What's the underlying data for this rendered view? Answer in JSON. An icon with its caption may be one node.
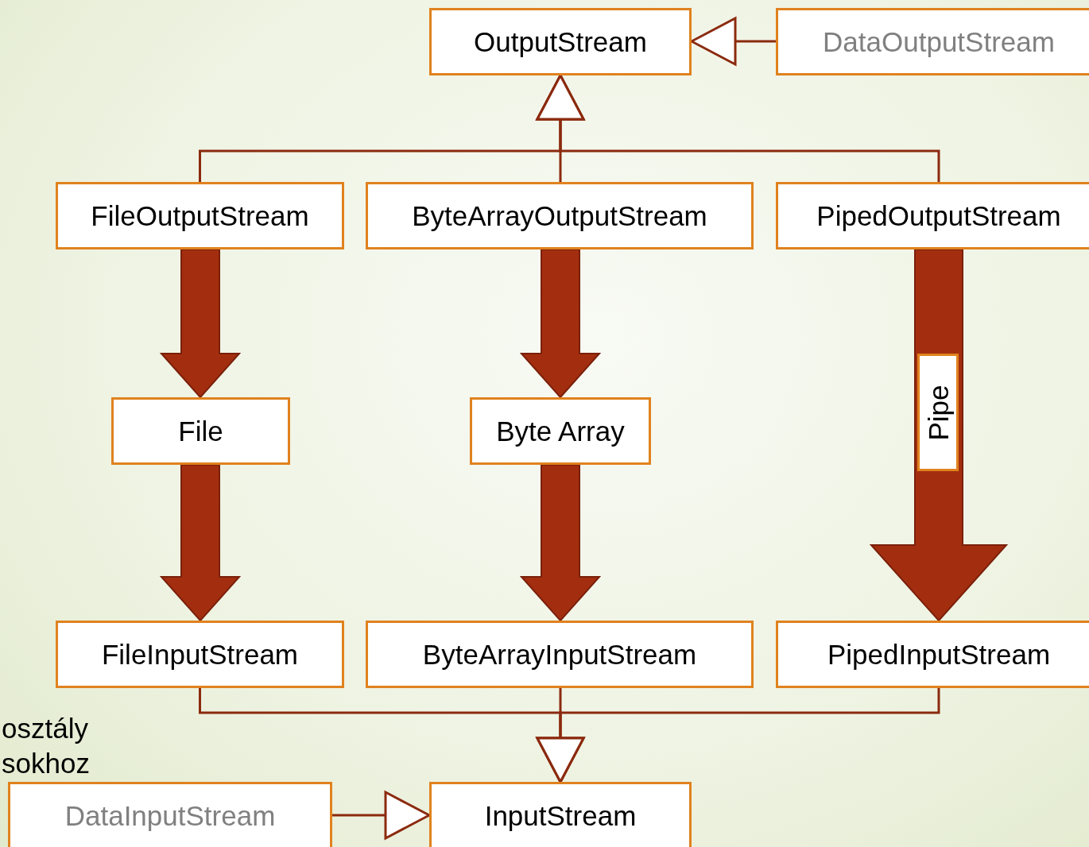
{
  "diagram": {
    "nodes": [
      {
        "text": [
          "OutputStream"
        ]
      },
      {
        "text": [
          "DataOutputStream"
        ]
      },
      {
        "text": [
          "FileOutputStream"
        ]
      },
      {
        "text": [
          "ByteArrayOutputStream"
        ]
      },
      {
        "text": [
          "PipedOutputStream"
        ]
      },
      {
        "text": [
          "File"
        ]
      },
      {
        "text": [
          "Byte Array"
        ]
      },
      {
        "text": [
          "FileInputStream"
        ]
      },
      {
        "text": [
          "ByteArrayInputStream"
        ]
      },
      {
        "text": [
          "PipedInputStream"
        ]
      },
      {
        "text": [
          "DataInputStream"
        ]
      },
      {
        "text": [
          "InputStream"
        ]
      }
    ],
    "edges": [
      {
        "from": 1,
        "to": 0,
        "arrow": "to"
      },
      {
        "from": 2,
        "to": 0,
        "arrow": "to"
      },
      {
        "from": 3,
        "to": 0,
        "arrow": "to"
      },
      {
        "from": 4,
        "to": 0,
        "arrow": "to"
      },
      {
        "from": 2,
        "to": 5,
        "arrow": "to",
        "style": "thick"
      },
      {
        "from": 5,
        "to": 7,
        "arrow": "to",
        "style": "thick"
      },
      {
        "from": 3,
        "to": 6,
        "arrow": "to",
        "style": "thick"
      },
      {
        "from": 6,
        "to": 8,
        "arrow": "to",
        "style": "thick"
      },
      {
        "from": 4,
        "to": 9,
        "arrow": "to",
        "style": "thick",
        "label": "Pipe"
      },
      {
        "from": 7,
        "to": 11,
        "arrow": "to"
      },
      {
        "from": 8,
        "to": 11,
        "arrow": "to"
      },
      {
        "from": 9,
        "to": 11,
        "arrow": "to"
      },
      {
        "from": 10,
        "to": 11,
        "arrow": "to"
      }
    ],
    "labels": [
      "osztály sokhoz"
    ]
  }
}
